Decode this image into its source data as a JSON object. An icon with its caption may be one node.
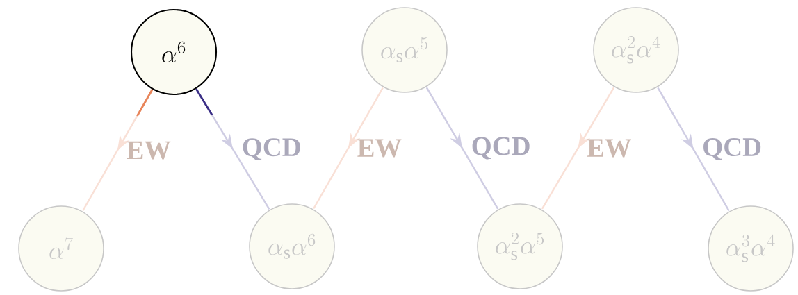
{
  "diagram": {
    "nodes": [
      {
        "text": [
          "\\alpha^{6}"
        ]
      },
      {
        "text": [
          "\\alpha_{\\mathrm{s}}\\alpha^{5}"
        ]
      },
      {
        "text": [
          "\\alpha_{\\mathrm{s}}^{2}\\alpha^{4}"
        ]
      },
      {
        "text": [
          "\\alpha^{7}"
        ]
      },
      {
        "text": [
          "\\alpha_{\\mathrm{s}}\\alpha^{6}"
        ]
      },
      {
        "text": [
          "\\alpha_{\\mathrm{s}}^{2}\\alpha^{5}"
        ]
      },
      {
        "text": [
          "\\alpha_{\\mathrm{s}}^{3}\\alpha^{4}"
        ]
      }
    ],
    "edges": [
      {
        "from": 0,
        "to": 3,
        "arrow": "to",
        "label": "EW",
        "color": "#f9e0d6"
      },
      {
        "from": 0,
        "to": 4,
        "arrow": "to",
        "label": "QCD",
        "color": "#cfcde3"
      },
      {
        "from": 1,
        "to": 4,
        "arrow": "to",
        "label": "EW",
        "color": "#f9e0d6"
      },
      {
        "from": 1,
        "to": 5,
        "arrow": "to",
        "label": "QCD",
        "color": "#cfcde3"
      },
      {
        "from": 2,
        "to": 5,
        "arrow": "to",
        "label": "EW",
        "color": "#f9e0d6"
      },
      {
        "from": 2,
        "to": 6,
        "arrow": "to",
        "label": "QCD",
        "color": "#cfcde3"
      }
    ]
  }
}
